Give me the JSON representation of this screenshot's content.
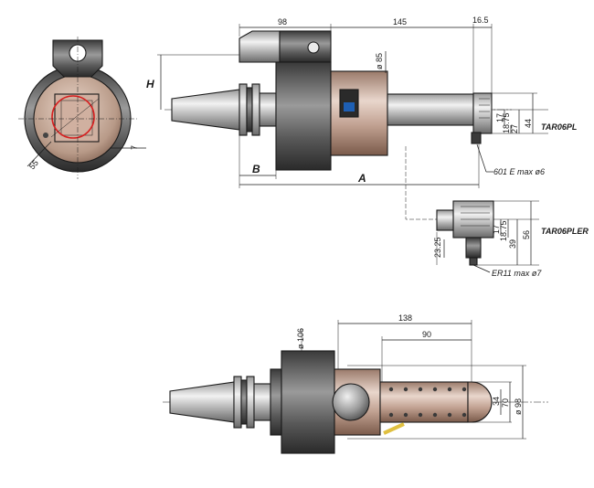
{
  "colors": {
    "steel_dark": "#4a4a4a",
    "steel_light": "#d9d9d9",
    "bronze": "#b89a88",
    "bronze_dark": "#8a6a5a",
    "outline": "#1a1a1a",
    "red_circle": "#d62020",
    "logo_blue": "#1e5fb4",
    "brass": "#e0c040"
  },
  "icons": [
    "wrench-bolt-icon",
    "logo-badge-icon"
  ],
  "top_view": {
    "dims": {
      "d98": "98",
      "d145": "145",
      "d16_5": "16.5",
      "d85": "ø 85",
      "d17": "17",
      "d18_75": "18.75",
      "d27": "27",
      "d44": "44",
      "H": "H",
      "B": "B",
      "A": "A"
    },
    "label_pl": "TAR06PL",
    "callout_pl": "601 E max ø6"
  },
  "side_view": {
    "dims": {
      "d55": "55",
      "d7": "7"
    }
  },
  "pler_view": {
    "label": "TAR06PLER",
    "dims": {
      "d17": "17",
      "d18_75": "18.75",
      "d39": "39",
      "d56": "56",
      "d23_25": "23.25"
    },
    "callout": "ER11 max ø7"
  },
  "bottom_view": {
    "dims": {
      "d106": "ø 106",
      "d138": "138",
      "d90": "90",
      "d34": "34",
      "d70": "70",
      "d98": "ø 98"
    }
  }
}
